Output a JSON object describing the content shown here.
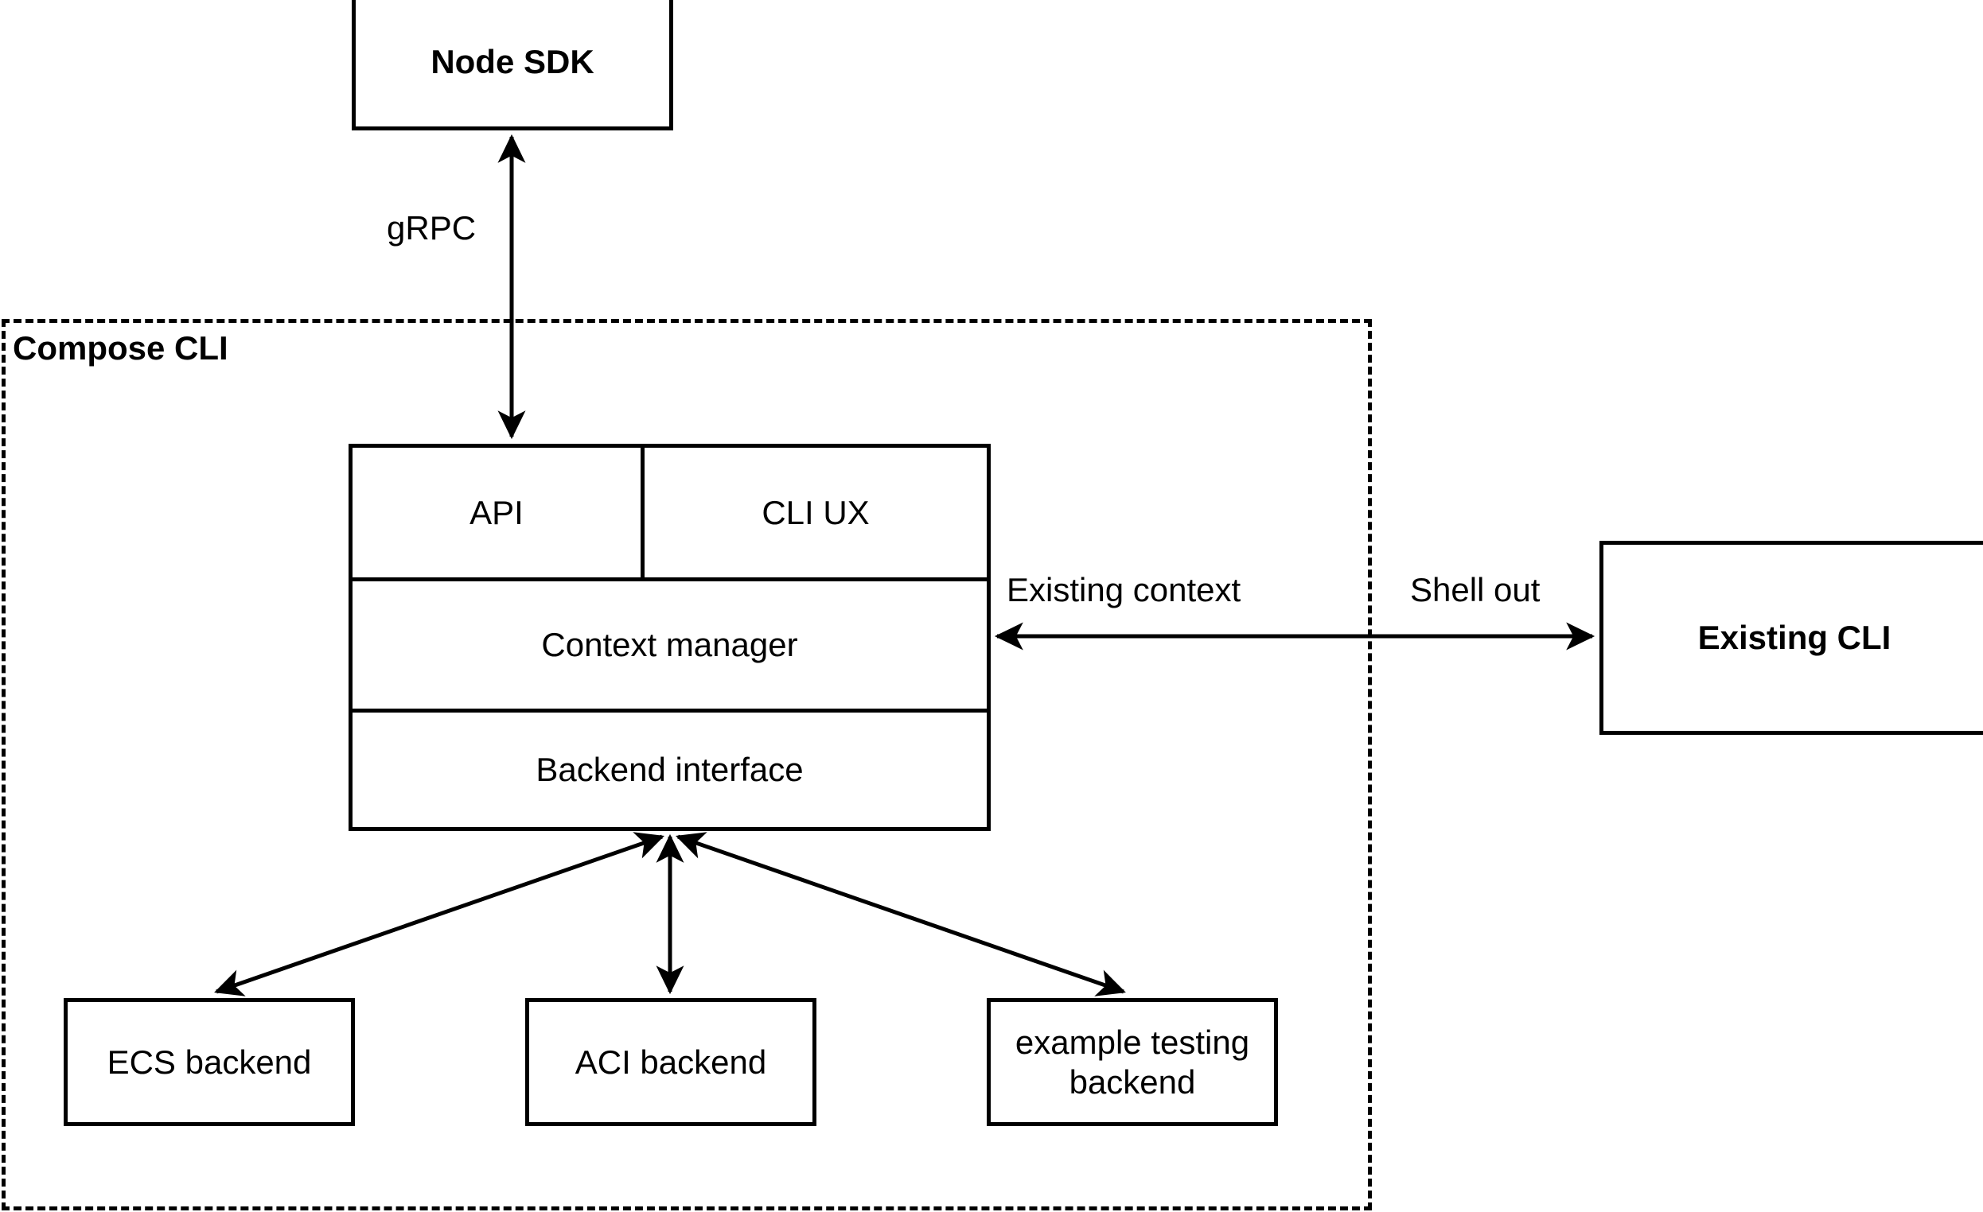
{
  "diagram": {
    "type": "architecture-block-diagram",
    "background_color": "#ffffff",
    "stroke_color": "#000000",
    "nodes": {
      "node_sdk": {
        "label": "Node SDK",
        "bold": true
      },
      "existing_cli": {
        "label": "Existing CLI",
        "bold": true
      },
      "api": {
        "label": "API",
        "bold": false
      },
      "cli_ux": {
        "label": "CLI UX",
        "bold": false
      },
      "context_manager": {
        "label": "Context manager",
        "bold": false
      },
      "backend_interface": {
        "label": "Backend interface",
        "bold": false
      },
      "ecs_backend": {
        "label": "ECS backend",
        "bold": false
      },
      "aci_backend": {
        "label": "ACI backend",
        "bold": false
      },
      "example_backend": {
        "label": "example testing\nbackend",
        "bold": false
      }
    },
    "container": {
      "title": "Compose CLI",
      "border_style": "dashed",
      "bold_title": true
    },
    "edges": [
      {
        "id": "grpc",
        "label": "gRPC",
        "from": "node_sdk",
        "to": "api",
        "arrow": "both",
        "orientation": "vertical"
      },
      {
        "id": "existing-context",
        "label": "Existing context",
        "from": "existing_cli",
        "to": "context_manager",
        "arrow": "start",
        "orientation": "horizontal"
      },
      {
        "id": "shell-out",
        "label": "Shell out",
        "from": "context_manager",
        "to": "existing_cli",
        "arrow": "end",
        "orientation": "horizontal"
      },
      {
        "id": "backend-ecs",
        "label": "",
        "from": "backend_interface",
        "to": "ecs_backend",
        "arrow": "both",
        "orientation": "diagonal"
      },
      {
        "id": "backend-aci",
        "label": "",
        "from": "backend_interface",
        "to": "aci_backend",
        "arrow": "both",
        "orientation": "vertical"
      },
      {
        "id": "backend-example",
        "label": "",
        "from": "backend_interface",
        "to": "example_backend",
        "arrow": "both",
        "orientation": "diagonal"
      }
    ]
  }
}
